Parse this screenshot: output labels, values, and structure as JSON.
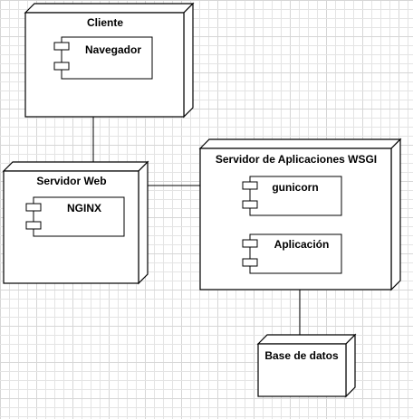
{
  "colors": {
    "grid": "#e4e4e4",
    "grid_major": "#d6d6d6",
    "stroke": "#000000",
    "fill": "#ffffff"
  },
  "nodes": {
    "cliente": {
      "title": "Cliente",
      "components": [
        {
          "label": "Navegador"
        }
      ]
    },
    "servidor_web": {
      "title": "Servidor Web",
      "components": [
        {
          "label": "NGINX"
        }
      ]
    },
    "servidor_wsgi": {
      "title": "Servidor de Aplicaciones WSGI",
      "components": [
        {
          "label": "gunicorn"
        },
        {
          "label": "Aplicación"
        }
      ]
    },
    "base_datos": {
      "title": "Base de datos",
      "components": []
    }
  }
}
